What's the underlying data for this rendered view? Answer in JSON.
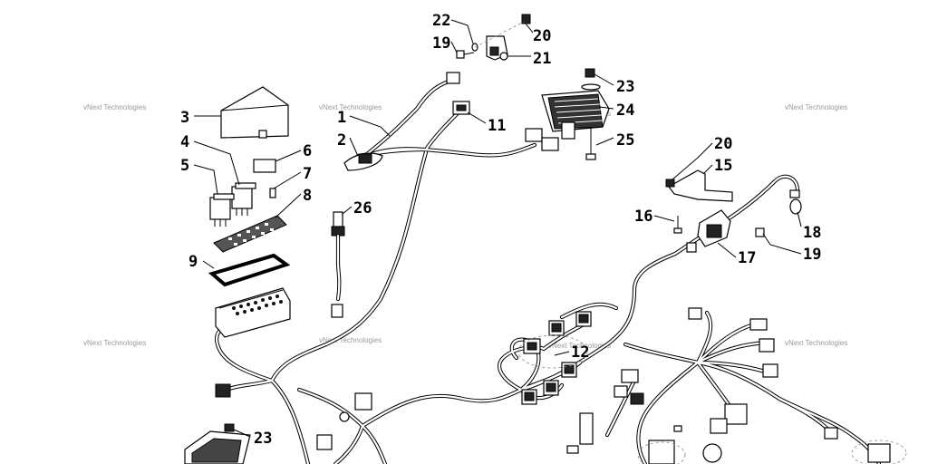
{
  "diagram": {
    "watermark_text": "vNext Technologies",
    "callouts": [
      {
        "id": "c22a",
        "text": "22"
      },
      {
        "id": "c19a",
        "text": "19"
      },
      {
        "id": "c20a",
        "text": "20"
      },
      {
        "id": "c21",
        "text": "21"
      },
      {
        "id": "c23a",
        "text": "23"
      },
      {
        "id": "c24",
        "text": "24"
      },
      {
        "id": "c25",
        "text": "25"
      },
      {
        "id": "c11",
        "text": "11"
      },
      {
        "id": "c1",
        "text": "1"
      },
      {
        "id": "c2",
        "text": "2"
      },
      {
        "id": "c3",
        "text": "3"
      },
      {
        "id": "c4",
        "text": "4"
      },
      {
        "id": "c5",
        "text": "5"
      },
      {
        "id": "c6",
        "text": "6"
      },
      {
        "id": "c7",
        "text": "7"
      },
      {
        "id": "c8",
        "text": "8"
      },
      {
        "id": "c9",
        "text": "9"
      },
      {
        "id": "c26",
        "text": "26"
      },
      {
        "id": "c20b",
        "text": "20"
      },
      {
        "id": "c15",
        "text": "15"
      },
      {
        "id": "c16",
        "text": "16"
      },
      {
        "id": "c18",
        "text": "18"
      },
      {
        "id": "c19b",
        "text": "19"
      },
      {
        "id": "c17",
        "text": "17"
      },
      {
        "id": "c12",
        "text": "12"
      },
      {
        "id": "c23b",
        "text": "23"
      }
    ]
  }
}
